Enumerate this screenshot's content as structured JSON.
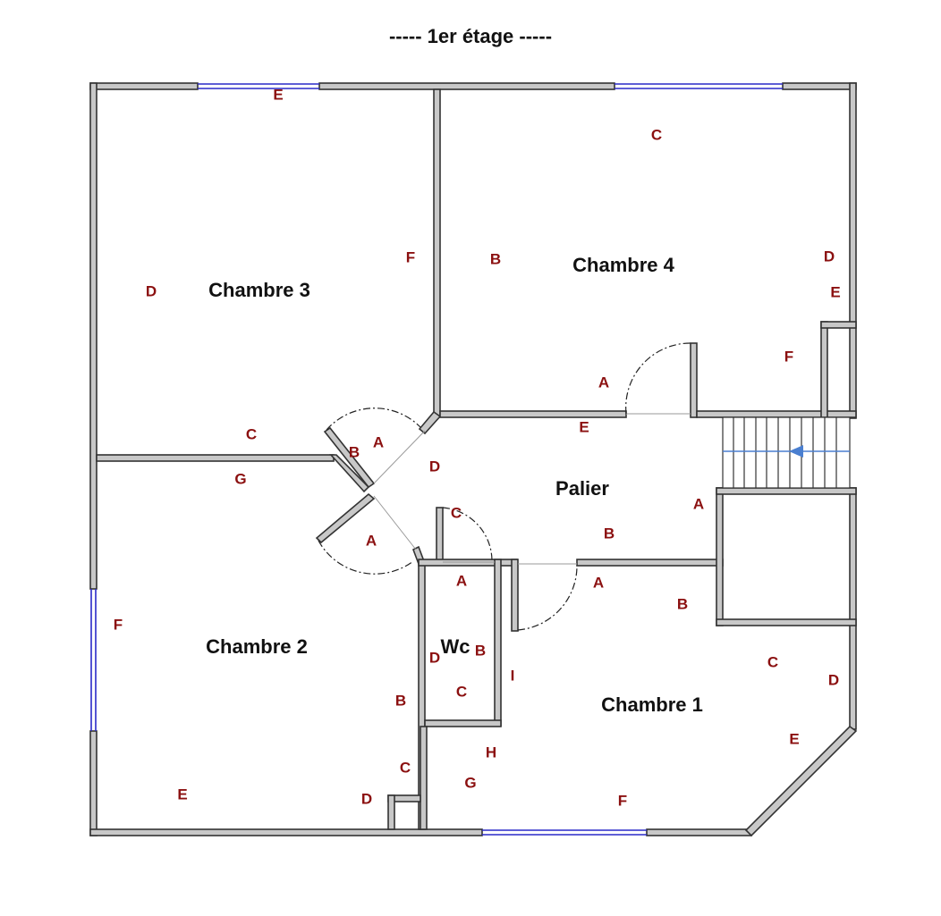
{
  "title": "-----  1er étage  -----",
  "rooms": {
    "chambre3": "Chambre 3",
    "chambre4": "Chambre 4",
    "palier": "Palier",
    "chambre2": "Chambre 2",
    "wc": "Wc",
    "chambre1": "Chambre 1"
  },
  "wall_labels": {
    "c3_e": "E",
    "c3_d": "D",
    "c3_f": "F",
    "c3_c": "C",
    "c3_b": "B",
    "c3_a": "A",
    "c4_c": "C",
    "c4_b": "B",
    "c4_d": "D",
    "c4_e": "E",
    "c4_f": "F",
    "c4_a": "A",
    "pal_e": "E",
    "pal_d": "D",
    "pal_c": "C",
    "pal_a": "A",
    "pal_b": "B",
    "c2_g": "G",
    "c2_a": "A",
    "c2_f": "F",
    "c2_b": "B",
    "c2_c": "C",
    "c2_e": "E",
    "c2_d": "D",
    "wc_a": "A",
    "wc_d": "D",
    "wc_b": "B",
    "wc_c": "C",
    "c1_a": "A",
    "c1_b": "B",
    "c1_i": "I",
    "c1_c": "C",
    "c1_d": "D",
    "c1_e": "E",
    "c1_h": "H",
    "c1_g": "G",
    "c1_f": "F"
  },
  "colors": {
    "wall_fill": "#c8c8c8",
    "wall_label": "#8b1010",
    "window": "#2a2ac8",
    "stair_arrow": "#4a7fd0"
  }
}
